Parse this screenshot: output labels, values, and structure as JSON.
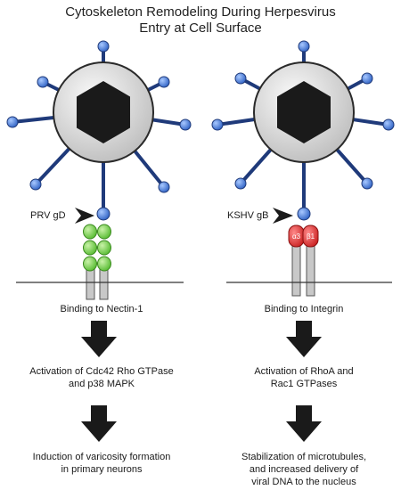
{
  "title": {
    "line1": "Cytoskeleton Remodeling During Herpesvirus",
    "line2": "Entry at Cell Surface"
  },
  "left": {
    "glycoprotein": "PRV gD",
    "binding": "Binding to Nectin-1",
    "activation_line1": "Activation of Cdc42 Rho GTPase",
    "activation_line2": "and p38 MAPK",
    "outcome_line1": "Induction of varicosity formation",
    "outcome_line2": "in primary neurons"
  },
  "right": {
    "glycoprotein": "KSHV gB",
    "integrin_alpha": "α3",
    "integrin_beta": "β1",
    "binding": "Binding to Integrin",
    "activation_line1": "Activation of RhoA and",
    "activation_line2": "Rac1 GTPases",
    "outcome_line1": "Stabilization of microtubules,",
    "outcome_line2": "and increased delivery of",
    "outcome_line3": "viral DNA to the nucleus"
  },
  "colors": {
    "spike": "#1f3a7a",
    "knob": "#4a7fd6",
    "virion_fill": "#e6e6e6",
    "capsid": "#1a1a1a",
    "nectin": "#7ed957",
    "integrin": "#e2393b",
    "receptor_stalk": "#c8c8c8",
    "arrow": "#1a1a1a"
  },
  "icons": [
    "virion-icon",
    "capsid-hexagon-icon",
    "receptor-icon",
    "pointer-arrowhead-icon",
    "down-arrow-icon"
  ]
}
